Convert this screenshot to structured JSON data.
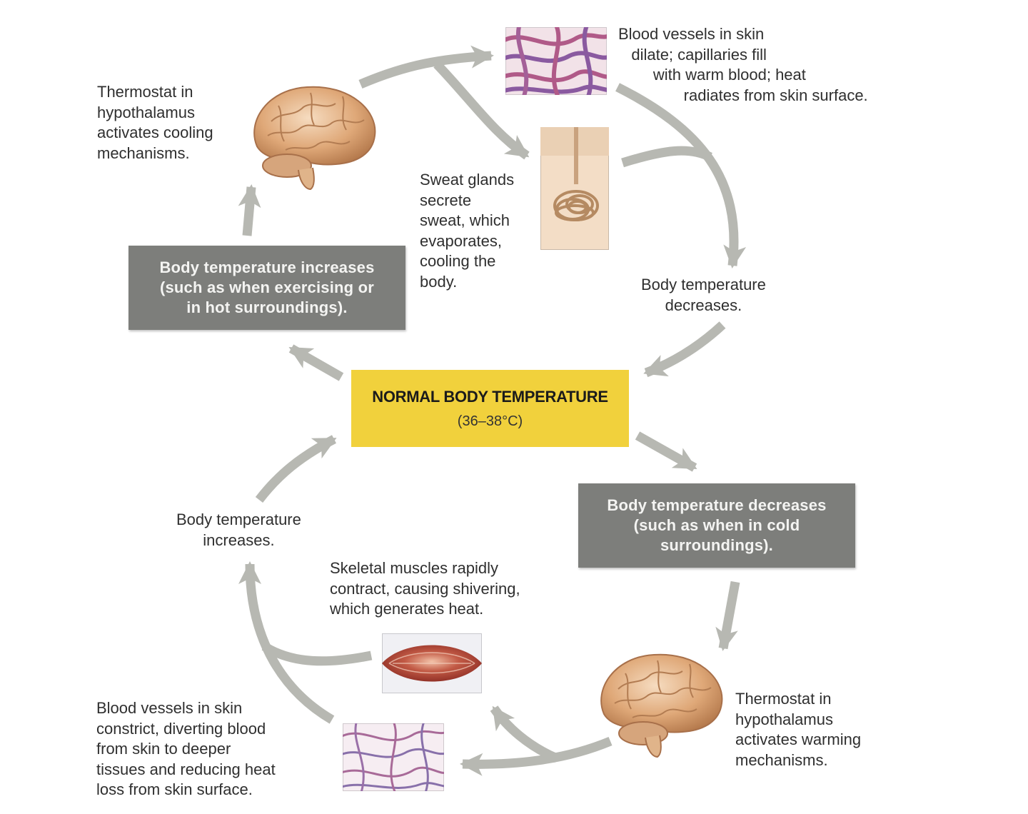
{
  "center": {
    "title": "NORMAL BODY TEMPERATURE",
    "range": "(36–38°C)"
  },
  "boxes": {
    "increase": "Body temperature increases\n(such as when exercising or\nin hot surroundings).",
    "decrease": "Body temperature decreases\n(such as when in cold\nsurroundings)."
  },
  "labels": {
    "thermostat_cooling": "Thermostat in\nhypothalamus\nactivates cooling\nmechanisms.",
    "vessels_dilate": "Blood vessels in skin\n   dilate; capillaries fill\n        with warm blood; heat\n               radiates from skin surface.",
    "sweat": "Sweat glands\nsecrete\nsweat, which\nevaporates,\ncooling the\nbody.",
    "temp_decreases": "Body temperature\ndecreases.",
    "temp_increases": "Body temperature\nincreases.",
    "shivering": "Skeletal muscles rapidly\ncontract, causing shivering,\nwhich generates heat.",
    "vessels_constrict": "Blood vessels in skin\nconstrict, diverting blood\nfrom skin to deeper\ntissues and reducing heat\nloss from skin surface.",
    "thermostat_warming": "Thermostat in\nhypothalamus\nactivates warming\nmechanisms."
  },
  "colors": {
    "arrow": "#b7b8b2",
    "box": "#7d7e7b",
    "center": "#f1d13c"
  }
}
